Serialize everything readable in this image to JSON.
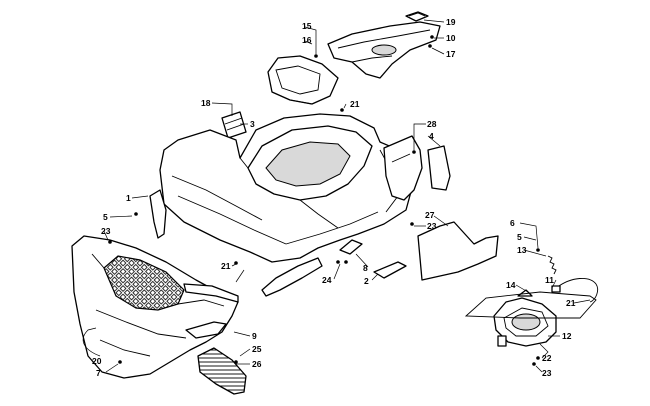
{
  "callouts": [
    {
      "id": "c15",
      "label": "15"
    },
    {
      "id": "c16",
      "label": "16"
    },
    {
      "id": "c19",
      "label": "19"
    },
    {
      "id": "c10",
      "label": "10"
    },
    {
      "id": "c17",
      "label": "17"
    },
    {
      "id": "c18",
      "label": "18"
    },
    {
      "id": "c3",
      "label": "3"
    },
    {
      "id": "c21a",
      "label": "21"
    },
    {
      "id": "c28",
      "label": "28"
    },
    {
      "id": "c4",
      "label": "4"
    },
    {
      "id": "c1",
      "label": "1"
    },
    {
      "id": "c5a",
      "label": "5"
    },
    {
      "id": "c23a",
      "label": "23"
    },
    {
      "id": "c27",
      "label": "27"
    },
    {
      "id": "c23b",
      "label": "23"
    },
    {
      "id": "c21b",
      "label": "21"
    },
    {
      "id": "c6",
      "label": "6"
    },
    {
      "id": "c5b",
      "label": "5"
    },
    {
      "id": "c13",
      "label": "13"
    },
    {
      "id": "c11",
      "label": "11"
    },
    {
      "id": "c14",
      "label": "14"
    },
    {
      "id": "c21c",
      "label": "21"
    },
    {
      "id": "c8",
      "label": "8"
    },
    {
      "id": "c24",
      "label": "24"
    },
    {
      "id": "c2",
      "label": "2"
    },
    {
      "id": "c12",
      "label": "12"
    },
    {
      "id": "c9",
      "label": "9"
    },
    {
      "id": "c25",
      "label": "25"
    },
    {
      "id": "c26",
      "label": "26"
    },
    {
      "id": "c20",
      "label": "20"
    },
    {
      "id": "c7",
      "label": "7"
    },
    {
      "id": "c22",
      "label": "22"
    },
    {
      "id": "c23c",
      "label": "23"
    }
  ]
}
